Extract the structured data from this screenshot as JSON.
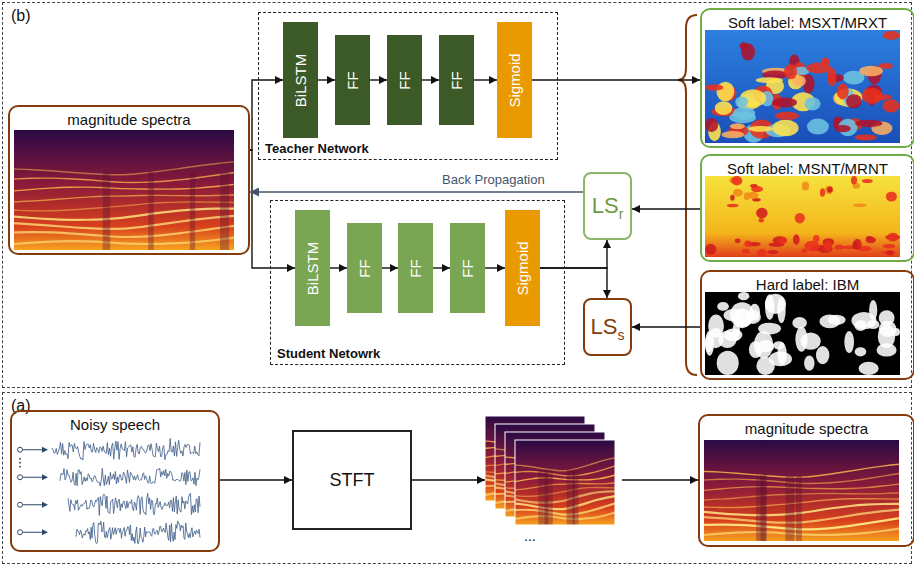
{
  "diagram": {
    "nodes": [
      {
        "text": [
          "(b)"
        ]
      },
      {
        "text": [
          "Teacher Network"
        ],
        "in": 0
      },
      {
        "text": [
          "BiLSTM"
        ],
        "in": 1
      },
      {
        "text": [
          "FF"
        ],
        "in": 1
      },
      {
        "text": [
          "FF"
        ],
        "in": 1
      },
      {
        "text": [
          "FF"
        ],
        "in": 1
      },
      {
        "text": [
          "Sigmoid"
        ],
        "in": 1
      },
      {
        "text": [
          "magnitude spectra"
        ],
        "in": 0
      },
      {
        "text": [
          "Student Netowrk"
        ],
        "in": 0
      },
      {
        "text": [
          "BiLSTM"
        ],
        "in": 8
      },
      {
        "text": [
          "FF"
        ],
        "in": 8
      },
      {
        "text": [
          "FF"
        ],
        "in": 8
      },
      {
        "text": [
          "FF"
        ],
        "in": 8
      },
      {
        "text": [
          "Sigmoid"
        ],
        "in": 8
      },
      {
        "text": [
          "LS",
          "r"
        ],
        "in": 0
      },
      {
        "text": [
          "LS",
          "s"
        ],
        "in": 0
      },
      {
        "text": [
          "Soft label: MSXT/MRXT"
        ],
        "in": 0
      },
      {
        "text": [
          "Soft label: MSNT/MRNT"
        ],
        "in": 0
      },
      {
        "text": [
          "Hard label: IBM"
        ],
        "in": 0
      },
      {
        "text": [
          "(a)"
        ]
      },
      {
        "text": [
          "Noisy speech"
        ],
        "in": 19
      },
      {
        "text": [
          "STFT"
        ],
        "in": 19
      },
      {
        "text": [
          "magnitude spectra"
        ],
        "in": 19
      }
    ],
    "edges": [
      {
        "from": 7,
        "to": 2,
        "arrow": "to"
      },
      {
        "from": 7,
        "to": 9,
        "arrow": "to"
      },
      {
        "from": 2,
        "to": 3,
        "arrow": "to"
      },
      {
        "from": 3,
        "to": 4,
        "arrow": "to"
      },
      {
        "from": 4,
        "to": 5,
        "arrow": "to"
      },
      {
        "from": 5,
        "to": 6,
        "arrow": "to"
      },
      {
        "from": 9,
        "to": 10,
        "arrow": "to"
      },
      {
        "from": 10,
        "to": 11,
        "arrow": "to"
      },
      {
        "from": 11,
        "to": 12,
        "arrow": "to"
      },
      {
        "from": 12,
        "to": 13,
        "arrow": "to"
      },
      {
        "from": 6,
        "to": 16,
        "arrow": "to"
      },
      {
        "from": 13,
        "to": 14,
        "arrow": "to"
      },
      {
        "from": 13,
        "to": 15,
        "arrow": "to"
      },
      {
        "from": 17,
        "to": 14,
        "arrow": "to"
      },
      {
        "from": 18,
        "to": 15,
        "arrow": "to"
      },
      {
        "from": 14,
        "to": 7,
        "label": "Back Propagation",
        "arrow": "to"
      },
      {
        "from": 20,
        "to": 21,
        "arrow": "to"
      },
      {
        "from": 21,
        "to": 22,
        "arrow": "to"
      }
    ],
    "labels": [
      "..."
    ]
  }
}
